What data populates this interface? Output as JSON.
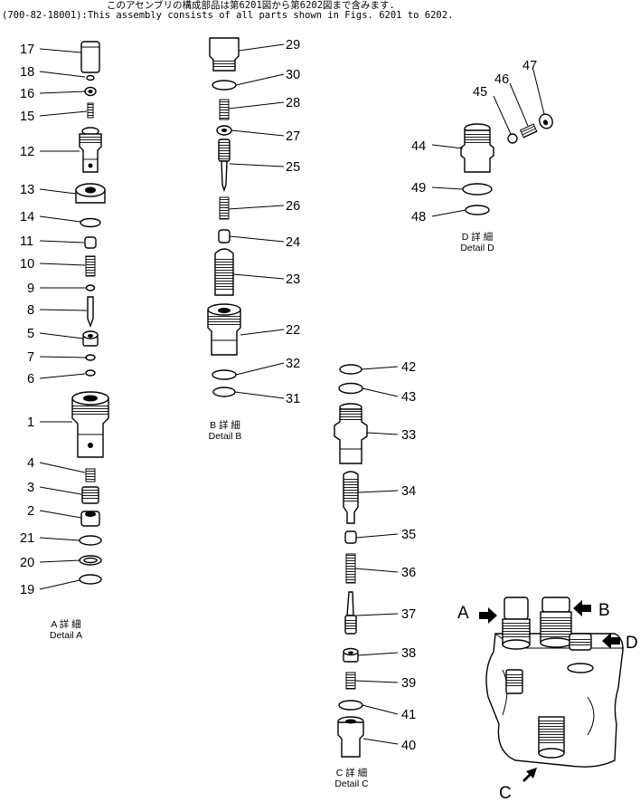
{
  "header": {
    "line1": "このアセンブリの構成部品は第6201図から第6202図まで含みます.",
    "line2": "(700-82-18001):This assembly consists of all parts shown in Figs. 6201 to 6202."
  },
  "details": {
    "a": {
      "jp": "A 詳 細",
      "en": "Detail A"
    },
    "b": {
      "jp": "B 詳 細",
      "en": "Detail B"
    },
    "c": {
      "jp": "C 詳 細",
      "en": "Detail C"
    },
    "d": {
      "jp": "D 詳 細",
      "en": "Detail D"
    }
  },
  "callouts": {
    "a": "A",
    "b": "B",
    "c": "C",
    "d": "D"
  },
  "parts": {
    "p1": "1",
    "p2": "2",
    "p3": "3",
    "p4": "4",
    "p5": "5",
    "p6": "6",
    "p7": "7",
    "p8": "8",
    "p9": "9",
    "p10": "10",
    "p11": "11",
    "p12": "12",
    "p13": "13",
    "p14": "14",
    "p15": "15",
    "p16": "16",
    "p17": "17",
    "p18": "18",
    "p19": "19",
    "p20": "20",
    "p21": "21",
    "p22": "22",
    "p23": "23",
    "p24": "24",
    "p25": "25",
    "p26": "26",
    "p27": "27",
    "p28": "28",
    "p29": "29",
    "p30": "30",
    "p31": "31",
    "p32": "32",
    "p33": "33",
    "p34": "34",
    "p35": "35",
    "p36": "36",
    "p37": "37",
    "p38": "38",
    "p39": "39",
    "p40": "40",
    "p41": "41",
    "p42": "42",
    "p43": "43",
    "p44": "44",
    "p45": "45",
    "p46": "46",
    "p47": "47",
    "p48": "48",
    "p49": "49"
  }
}
